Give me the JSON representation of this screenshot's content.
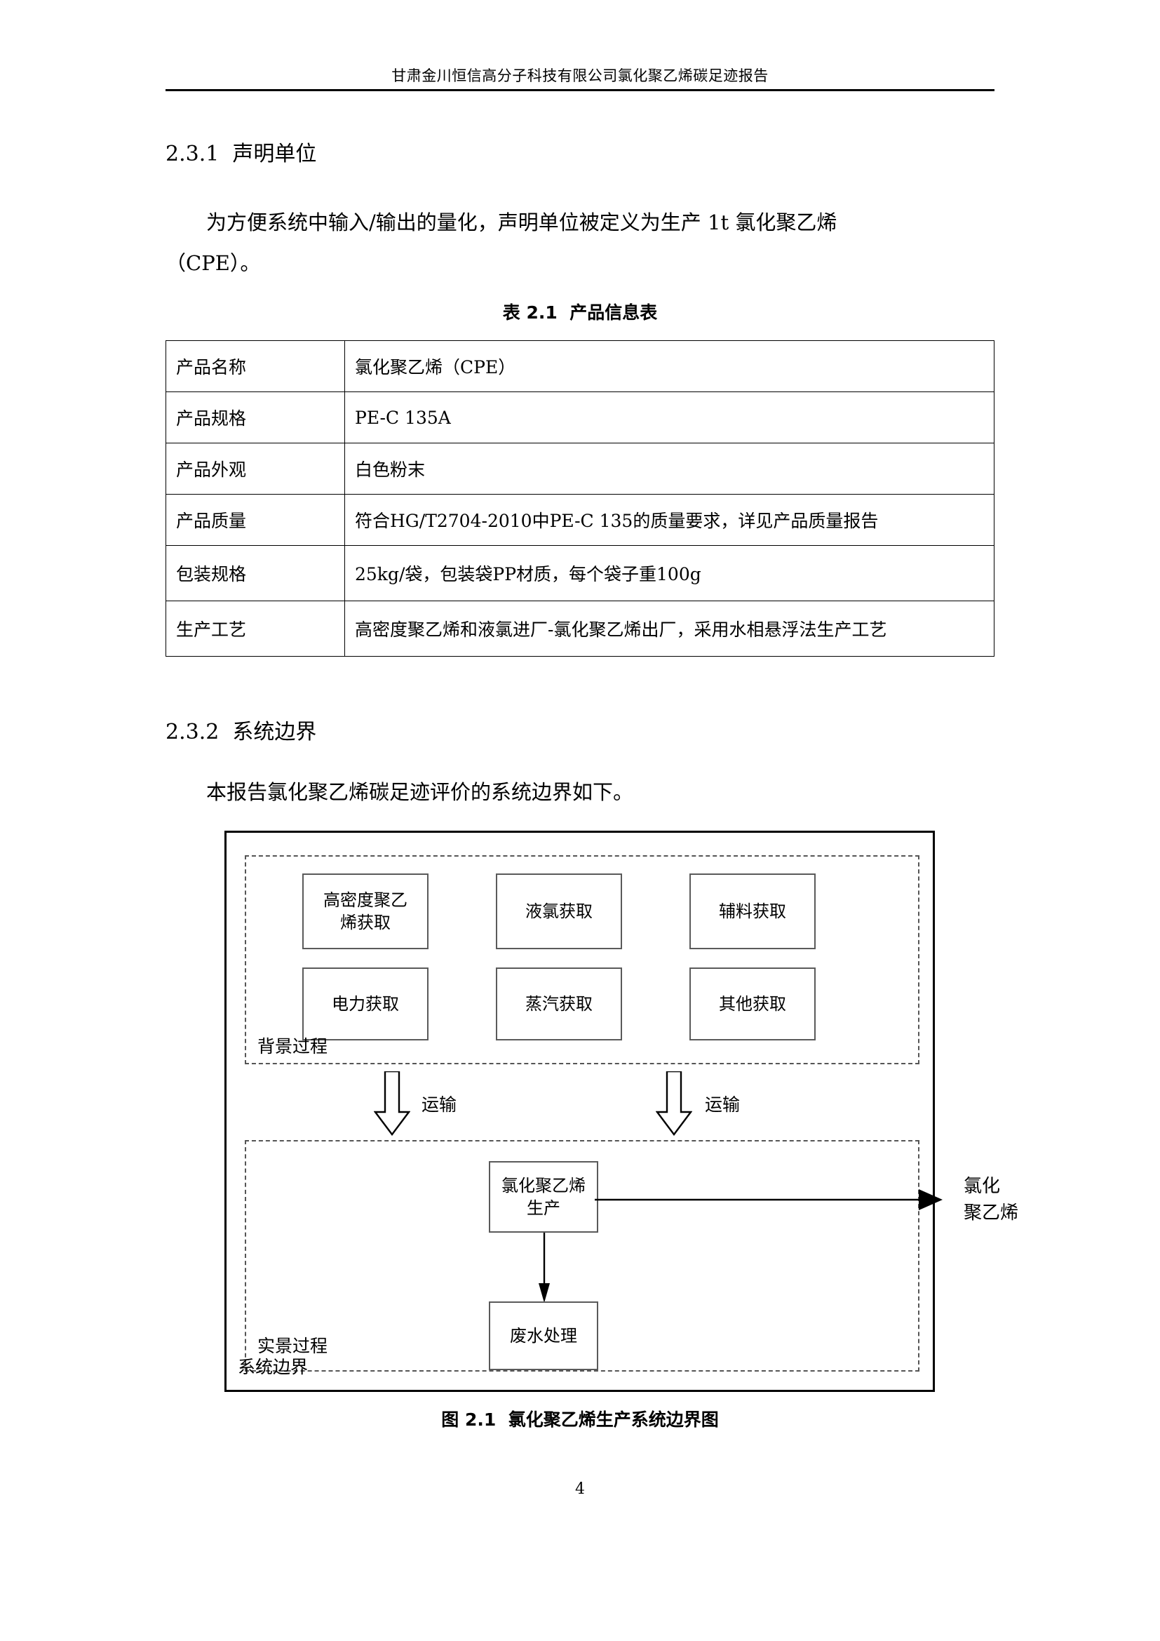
{
  "header": {
    "running_title": "甘肃金川恒信高分子科技有限公司氯化聚乙烯碳足迹报告"
  },
  "sections": {
    "s231_heading": "2.3.1  声明单位",
    "s231_para_line1": "为方便系统中输入/输出的量化，声明单位被定义为生产 1t 氯化聚乙烯",
    "s231_para_line2": "（CPE）。",
    "s232_heading": "2.3.2  系统边界",
    "s232_para_line1": "本报告氯化聚乙烯碳足迹评价的系统边界如下。"
  },
  "table": {
    "caption": "表 2.1  产品信息表",
    "rows": [
      {
        "key": "产品名称",
        "value": "氯化聚乙烯（CPE）"
      },
      {
        "key": "产品规格",
        "value": "PE-C 135A"
      },
      {
        "key": "产品外观",
        "value": "白色粉末"
      },
      {
        "key": "产品质量",
        "value": "符合HG/T2704-2010中PE-C 135的质量要求，详见产品质量报告"
      },
      {
        "key": "包装规格",
        "value": "25kg/袋，包装袋PP材质，每个袋子重100g"
      },
      {
        "key": "生产工艺",
        "value": "高密度聚乙烯和液氯进厂-氯化聚乙烯出厂，采用水相悬浮法生产工艺"
      }
    ]
  },
  "figure": {
    "caption": "图 2.1  氯化聚乙烯生产系统边界图",
    "system_boundary_label": "系统边界",
    "background_group_label": "背景过程",
    "foreground_group_label": "实景过程",
    "background_boxes": [
      "高密度聚乙\n烯获取",
      "液氯获取",
      "辅料获取",
      "电力获取",
      "蒸汽获取",
      "其他获取"
    ],
    "transport_label_left": "运输",
    "transport_label_right": "运输",
    "production_box": "氯化聚乙烯\n生产",
    "wastewater_box": "废水处理",
    "output_label": "氯化\n聚乙烯"
  },
  "footer": {
    "page_number": "4"
  }
}
